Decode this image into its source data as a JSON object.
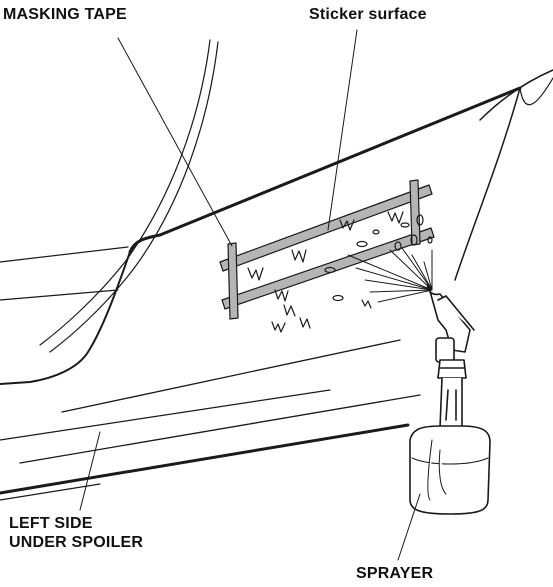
{
  "labels": {
    "masking_tape": "MASKING TAPE",
    "sticker_surface": "Sticker surface",
    "left_side_line1": "LEFT SIDE",
    "left_side_line2": "UNDER SPOILER",
    "sprayer": "SPRAYER"
  },
  "colors": {
    "line": "#1a1a1a",
    "tape_fill": "#b5b5b5",
    "background": "#ffffff"
  }
}
